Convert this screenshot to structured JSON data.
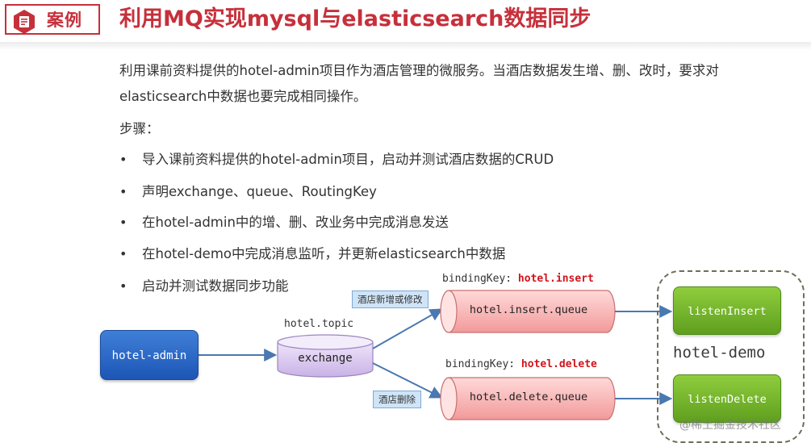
{
  "header": {
    "badge_label": "案例",
    "title": "利用MQ实现mysql与elasticsearch数据同步"
  },
  "intro": {
    "line1": "利用课前资料提供的hotel-admin项目作为酒店管理的微服务。当酒店数据发生增、删、改时，要求对",
    "line2": "elasticsearch中数据也要完成相同操作。"
  },
  "steps": {
    "title": "步骤：",
    "items": [
      "导入课前资料提供的hotel-admin项目，启动并测试酒店数据的CRUD",
      "声明exchange、queue、RoutingKey",
      "在hotel-admin中的增、删、改业务中完成消息发送",
      "在hotel-demo中完成消息监听，并更新elasticsearch中数据",
      "启动并测试数据同步功能"
    ],
    "bullet": "•"
  },
  "diagram": {
    "producer": "hotel-admin",
    "topic_label": "hotel.topic",
    "exchange": "exchange",
    "insert_tag": "酒店新增或修改",
    "delete_tag": "酒店删除",
    "binding_prefix": "bindingKey: ",
    "insert_key": "hotel.insert",
    "delete_key": "hotel.delete",
    "insert_queue": "hotel.insert.queue",
    "delete_queue": "hotel.delete.queue",
    "consumer_group": "hotel-demo",
    "listen_insert": "listenInsert",
    "listen_delete": "listenDelete"
  },
  "watermark": "@稀土掘金技术社区",
  "colors": {
    "accent_red": "#c6303b",
    "producer_blue": "#1d56b5",
    "listener_green": "#5f9f1e",
    "queue_pink": "#f6b8b8",
    "exchange_purple": "#d8c6ee",
    "arrow_blue": "#4a78b0"
  }
}
